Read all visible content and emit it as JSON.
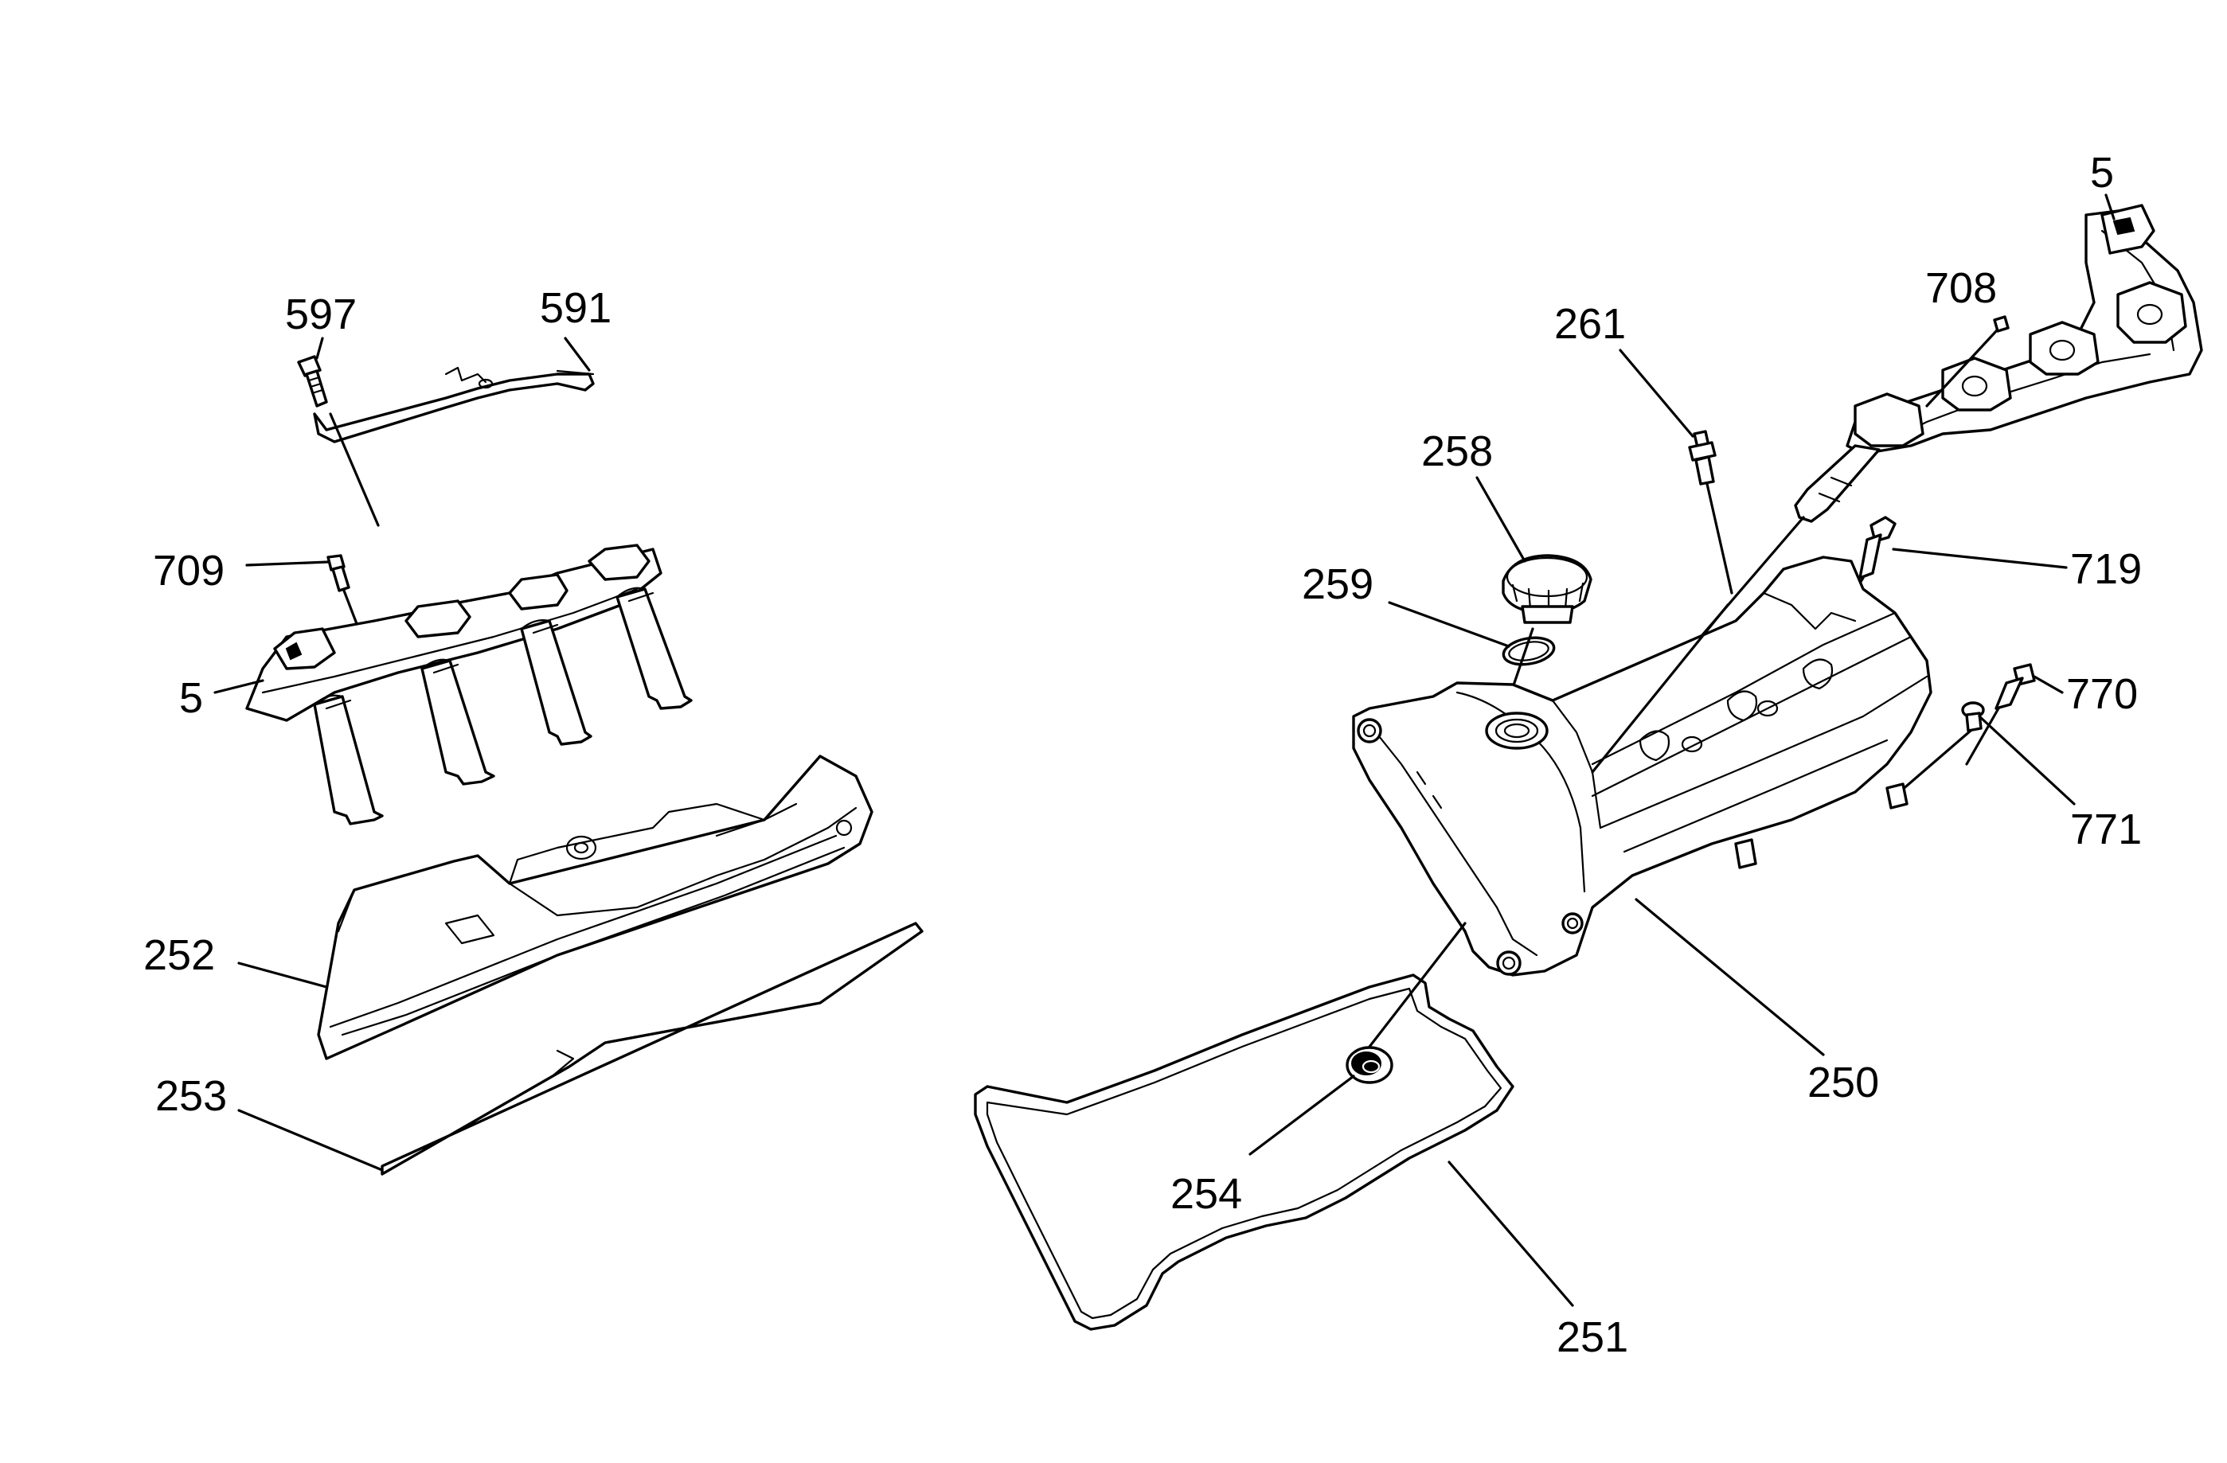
{
  "callouts": [
    {
      "id": "c597",
      "label": "597"
    },
    {
      "id": "c591",
      "label": "591"
    },
    {
      "id": "c709",
      "label": "709"
    },
    {
      "id": "c5-left",
      "label": "5"
    },
    {
      "id": "c252",
      "label": "252"
    },
    {
      "id": "c253",
      "label": "253"
    },
    {
      "id": "c5-right",
      "label": "5"
    },
    {
      "id": "c708",
      "label": "708"
    },
    {
      "id": "c261",
      "label": "261"
    },
    {
      "id": "c258",
      "label": "258"
    },
    {
      "id": "c259",
      "label": "259"
    },
    {
      "id": "c719",
      "label": "719"
    },
    {
      "id": "c770",
      "label": "770"
    },
    {
      "id": "c771",
      "label": "771"
    },
    {
      "id": "c250",
      "label": "250"
    },
    {
      "id": "c254",
      "label": "254"
    },
    {
      "id": "c251",
      "label": "251"
    }
  ]
}
